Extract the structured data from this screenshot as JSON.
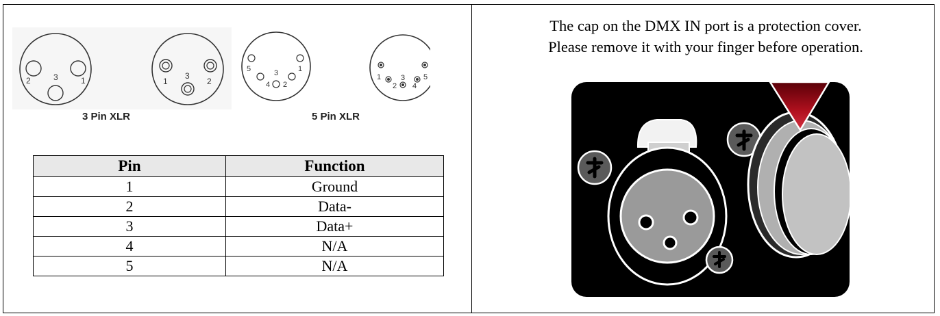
{
  "xlr": {
    "three_pin_label": "3 Pin XLR",
    "five_pin_label": "5 Pin XLR",
    "three_pin_a": [
      "2",
      "3",
      "1"
    ],
    "three_pin_b": [
      "1",
      "3",
      "2"
    ],
    "five_pin_a": [
      "5",
      "3",
      "1",
      "4",
      "2"
    ],
    "five_pin_b": [
      "1",
      "3",
      "5",
      "2",
      "4"
    ]
  },
  "pin_table": {
    "headers": {
      "pin": "Pin",
      "function": "Function"
    },
    "rows": [
      {
        "pin": "1",
        "function": "Ground"
      },
      {
        "pin": "2",
        "function": "Data-"
      },
      {
        "pin": "3",
        "function": "Data+"
      },
      {
        "pin": "4",
        "function": "N/A"
      },
      {
        "pin": "5",
        "function": "N/A"
      }
    ]
  },
  "note": {
    "line1": "The cap on the DMX IN port is a protection cover.",
    "line2": "Please remove it with your finger before operation."
  },
  "colors": {
    "panel": "#000000",
    "socket_fill": "#9a9a9a",
    "cap_fill": "#b8b8b8",
    "arrow": "#b0101e"
  }
}
